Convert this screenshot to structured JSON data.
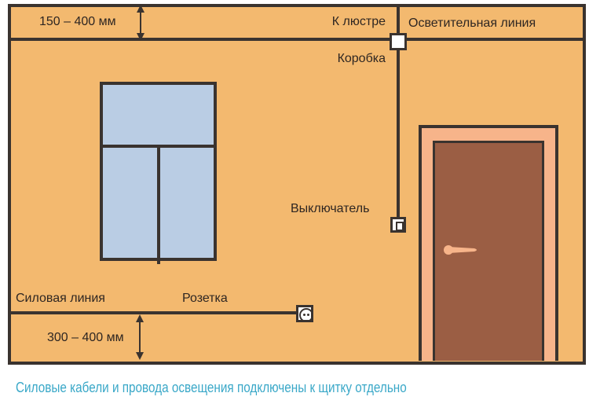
{
  "diagram": {
    "labels": {
      "top_dimension": "150 – 400 мм",
      "to_chandelier": "К люстре",
      "lighting_line": "Осветительная линия",
      "junction_box": "Коробка",
      "switch": "Выключатель",
      "power_line": "Силовая линия",
      "socket": "Розетка",
      "bottom_dimension": "300 – 400 мм"
    },
    "caption": "Силовые кабели и провода освещения подключены к щитку отдельно",
    "colors": {
      "wall": "#f3b96f",
      "lines": "#3a332f",
      "window_glass": "#bacde4",
      "door": "#9b5e44",
      "door_frame": "#f7b48a",
      "caption": "#3aa8c8"
    },
    "elements": [
      "wall",
      "window",
      "door",
      "junction-box",
      "switch",
      "socket",
      "lighting-line",
      "power-line",
      "dimension-arrows"
    ]
  }
}
